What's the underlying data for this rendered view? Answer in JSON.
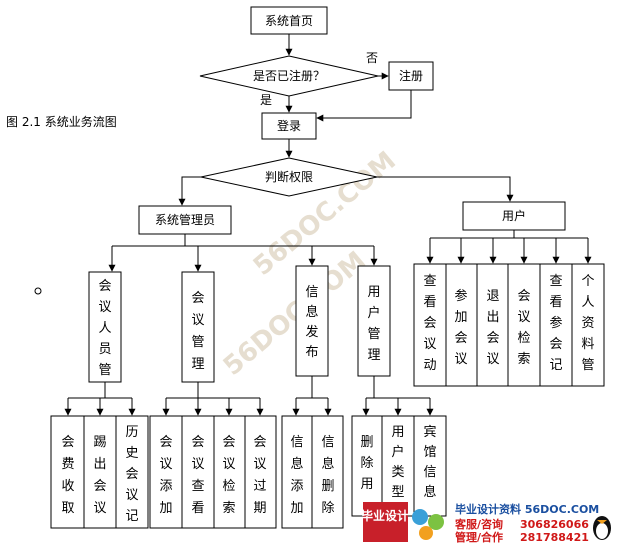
{
  "caption": "图 2.1   系统业务流图",
  "watermark": "56DOC.COM",
  "nodes": {
    "home": "系统首页",
    "check_registered": "是否已注册？",
    "register": "注册",
    "login": "登录",
    "judge_permission": "判断权限",
    "admin": "系统管理员",
    "user": "用户",
    "member_mgmt": "会议人员管",
    "meeting_mgmt": "会议管理",
    "info_publish": "信息发布",
    "user_mgmt": "用户管理",
    "fee_collect": "会费收取",
    "kick_meeting": "踢出会议",
    "history_record": "历史会议记",
    "add_meeting": "会议添加",
    "view_meeting": "会议查看",
    "search_meeting": "会议检索",
    "expire_meeting": "会议过期",
    "add_info": "信息添加",
    "delete_info": "信息删除",
    "delete_user": "删除用",
    "user_type": "用户类型",
    "hotel_info": "宾馆信息",
    "view_activity": "查看会议动",
    "join_meeting": "参加会议",
    "quit_meeting": "退出会议",
    "meeting_search": "会议检索",
    "view_minutes": "查看参会记",
    "personal_info": "个人资料管"
  },
  "edge_labels": {
    "no": "否",
    "yes": "是"
  },
  "footer": {
    "logo": "毕业设计",
    "site": "毕业设计资料 56DOC.COM",
    "service_label": "客服/咨询",
    "service_qq": "306826066",
    "manage_label": "管理/合作",
    "manage_qq": "281788421"
  },
  "colors": {
    "logo_red": "#c8202a",
    "link_blue": "#1a4fa0",
    "qq_red": "#d01818"
  }
}
